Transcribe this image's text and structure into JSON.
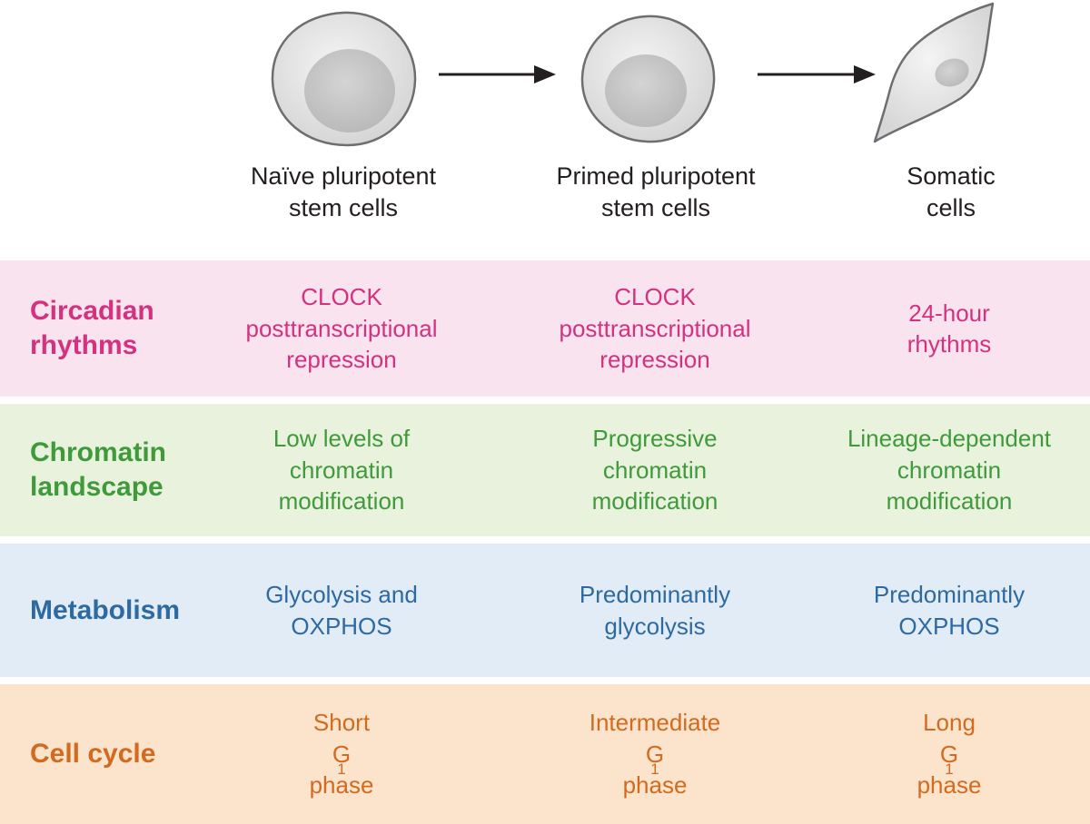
{
  "cells": [
    {
      "name": "naive",
      "label": [
        "Naïve pluripotent",
        "stem cells"
      ]
    },
    {
      "name": "primed",
      "label": [
        "Primed pluripotent",
        "stem cells"
      ]
    },
    {
      "name": "somatic",
      "label": [
        "Somatic",
        "cells"
      ]
    }
  ],
  "colors": {
    "circadian_bg": "#f9e3ef",
    "circadian_text": "#d4317f",
    "chromatin_bg": "#e9f2dc",
    "chromatin_text": "#3e9a3a",
    "metabolism_bg": "#e2ecf7",
    "metabolism_text": "#2e6aa2",
    "cellcycle_bg": "#fce4cc",
    "cellcycle_text": "#d26a1f"
  },
  "rows": {
    "circadian": {
      "heading": [
        "Circadian",
        "rhythms"
      ],
      "naive": [
        "CLOCK",
        "posttranscriptional",
        "repression"
      ],
      "primed": [
        "CLOCK",
        "posttranscriptional",
        "repression"
      ],
      "somatic": [
        "24-hour",
        "rhythms"
      ]
    },
    "chromatin": {
      "heading": [
        "Chromatin",
        "landscape"
      ],
      "naive": [
        "Low levels of",
        "chromatin",
        "modification"
      ],
      "primed": [
        "Progressive",
        "chromatin",
        "modification"
      ],
      "somatic": [
        "Lineage-dependent",
        "chromatin",
        "modification"
      ]
    },
    "metabolism": {
      "heading": [
        "Metabolism"
      ],
      "naive": [
        "Glycolysis and",
        "OXPHOS"
      ],
      "primed": [
        "Predominantly",
        "glycolysis"
      ],
      "somatic": [
        "Predominantly",
        "OXPHOS"
      ]
    },
    "cellcycle": {
      "heading": [
        "Cell cycle"
      ],
      "naive": {
        "line1": "Short",
        "g": "G",
        "sub": "1",
        "rest": " phase"
      },
      "primed": {
        "line1": "Intermediate",
        "g": "G",
        "sub": "1",
        "rest": " phase"
      },
      "somatic": {
        "line1": "Long",
        "g": "G",
        "sub": "1",
        "rest": " phase"
      }
    }
  }
}
